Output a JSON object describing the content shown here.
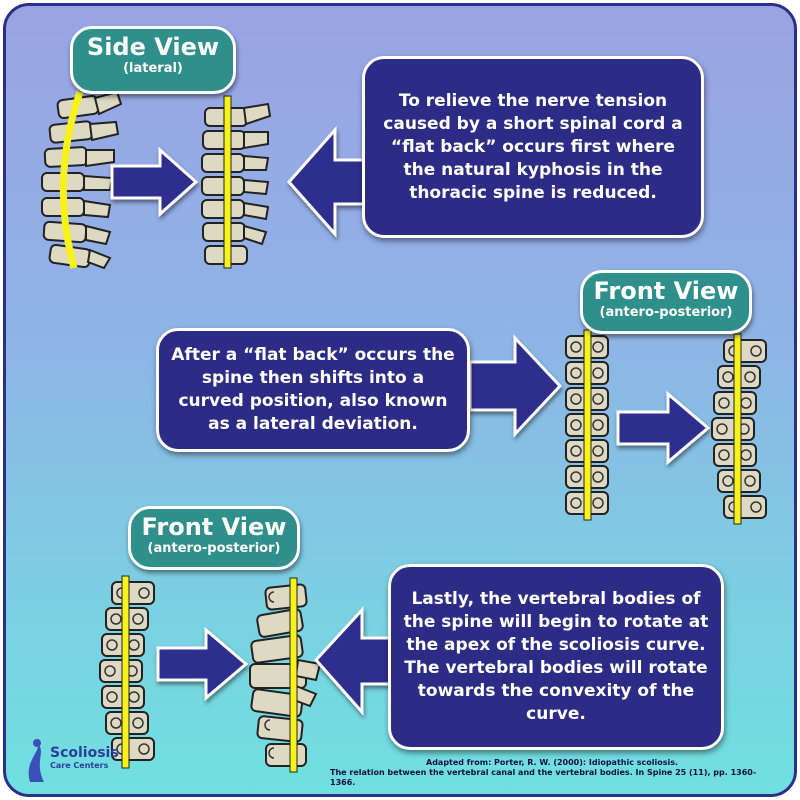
{
  "panels": {
    "side_view": {
      "title": "Side View",
      "subtitle": "(lateral)",
      "text": "To relieve the nerve tension caused by a short spinal cord a “flat back” occurs first where the natural kyphosis in the thoracic spine is reduced."
    },
    "front_view_1": {
      "title": "Front View",
      "subtitle": "(antero-posterior)",
      "text": "After a “flat back” occurs the spine then shifts into a curved position, also known as a lateral deviation."
    },
    "front_view_2": {
      "title": "Front View",
      "subtitle": "(antero-posterior)",
      "text": "Lastly, the vertebral bodies of the spine will begin to rotate at the apex of the scoliosis curve. The vertebral bodies will rotate towards the convexity of the curve."
    }
  },
  "citation": {
    "line1": "Adapted from:    Porter, R. W. (2000): Idiopathic scoliosis.",
    "line2": "The relation between the vertebral canal and the vertebral bodies. In Spine 25 (11), pp. 1360-1366."
  },
  "logo": {
    "line1": "Scoliosis",
    "line2": "Care Centers"
  },
  "colors": {
    "background_top": "#9aa3e4",
    "background_bottom": "#6fe0e0",
    "bubble": "#2c2c86",
    "pill": "#2f8f8a",
    "arrow": "#2e2f8f",
    "spinal_line": "#f6f21a",
    "vertebra": "#ddd9c2"
  }
}
